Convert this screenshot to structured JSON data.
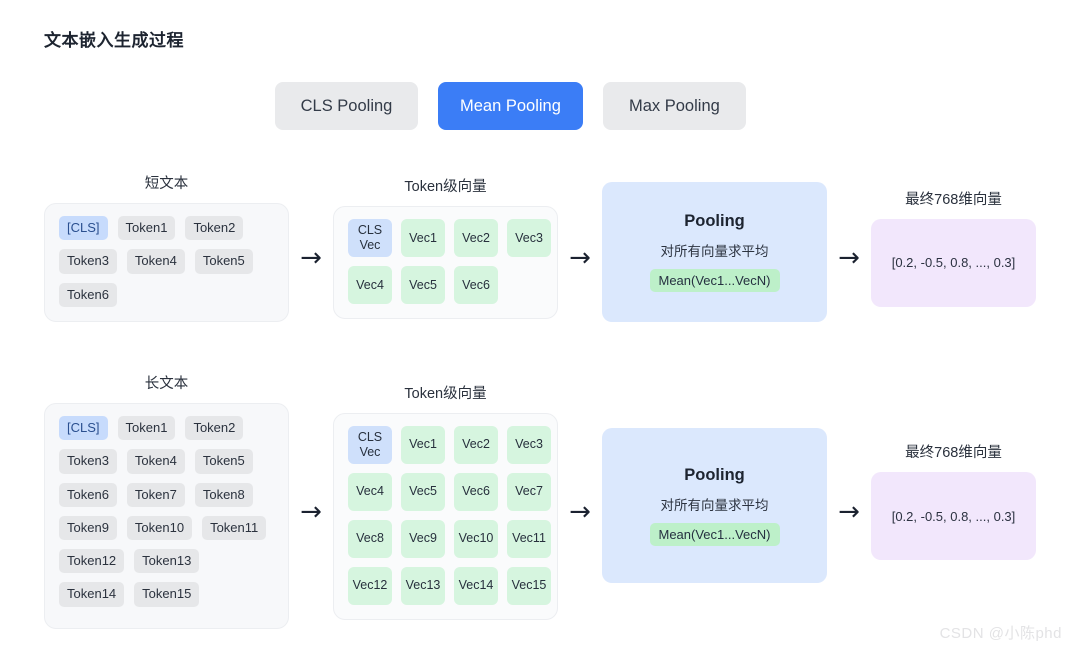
{
  "page": {
    "title": "文本嵌入生成过程",
    "watermark": "CSDN @小陈phd"
  },
  "mode_tabs": {
    "items": [
      {
        "label": "CLS Pooling",
        "active": false
      },
      {
        "label": "Mean Pooling",
        "active": true
      },
      {
        "label": "Max Pooling",
        "active": false
      }
    ],
    "active_color": "#3b7df6",
    "inactive_color": "#e9eaec"
  },
  "arrow_glyph": "→",
  "labels": {
    "token_vectors": "Token级向量",
    "final_vector": "最终768维向量"
  },
  "pooling": {
    "title": "Pooling",
    "description": "对所有向量求平均",
    "formula": "Mean(Vec1...VecN)"
  },
  "final_vector_value": "[0.2, -0.5, 0.8, ..., 0.3]",
  "rows": [
    {
      "name": "short-text",
      "label": "短文本",
      "tokens": [
        "[CLS]",
        "Token1",
        "Token2",
        "Token3",
        "Token4",
        "Token5",
        "Token6"
      ],
      "vectors": [
        "CLS\nVec",
        "Vec1",
        "Vec2",
        "Vec3",
        "Vec4",
        "Vec5",
        "Vec6"
      ]
    },
    {
      "name": "long-text",
      "label": "长文本",
      "tokens": [
        "[CLS]",
        "Token1",
        "Token2",
        "Token3",
        "Token4",
        "Token5",
        "Token6",
        "Token7",
        "Token8",
        "Token9",
        "Token10",
        "Token11",
        "Token12",
        "Token13",
        "Token14",
        "Token15"
      ],
      "vectors": [
        "CLS\nVec",
        "Vec1",
        "Vec2",
        "Vec3",
        "Vec4",
        "Vec5",
        "Vec6",
        "Vec7",
        "Vec8",
        "Vec9",
        "Vec10",
        "Vec11",
        "Vec12",
        "Vec13",
        "Vec14",
        "Vec15"
      ]
    }
  ],
  "colors": {
    "accent_blue": "#3b7df6",
    "cls_chip": "#c7dbfc",
    "token_chip": "#e6e7e9",
    "vec_chip": "#d6f5df",
    "pool_box": "#dbe8fd",
    "formula_chip": "#bdf0c9",
    "final_box": "#f2e7fc"
  }
}
